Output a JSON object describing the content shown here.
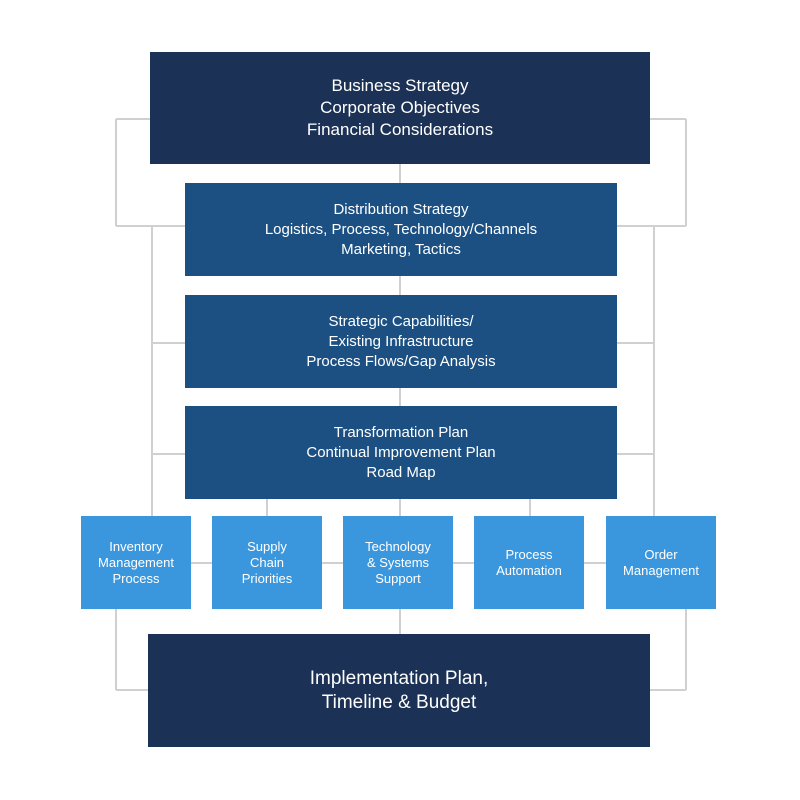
{
  "colors": {
    "dark_navy": "#1b3155",
    "mid_blue": "#1c5082",
    "light_blue": "#3a97de",
    "connector_gray": "#d0d0d0"
  },
  "top_box": {
    "lines": [
      "Business Strategy",
      "Corporate Objectives",
      "Financial Considerations"
    ]
  },
  "middle_boxes": [
    {
      "lines": [
        "Distribution Strategy",
        "Logistics, Process, Technology/Channels",
        "Marketing, Tactics"
      ]
    },
    {
      "lines": [
        "Strategic Capabilities/",
        "Existing Infrastructure",
        "Process Flows/Gap Analysis"
      ]
    },
    {
      "lines": [
        "Transformation Plan",
        "Continual Improvement Plan",
        "Road Map"
      ]
    }
  ],
  "small_boxes": [
    {
      "lines": [
        "Inventory",
        "Management",
        "Process"
      ]
    },
    {
      "lines": [
        "Supply",
        "Chain",
        "Priorities"
      ]
    },
    {
      "lines": [
        "Technology",
        "& Systems",
        "Support"
      ]
    },
    {
      "lines": [
        "Process",
        "Automation"
      ]
    },
    {
      "lines": [
        "Order",
        "Management"
      ]
    }
  ],
  "bottom_box": {
    "lines": [
      "Implementation Plan,",
      "Timeline & Budget"
    ]
  }
}
